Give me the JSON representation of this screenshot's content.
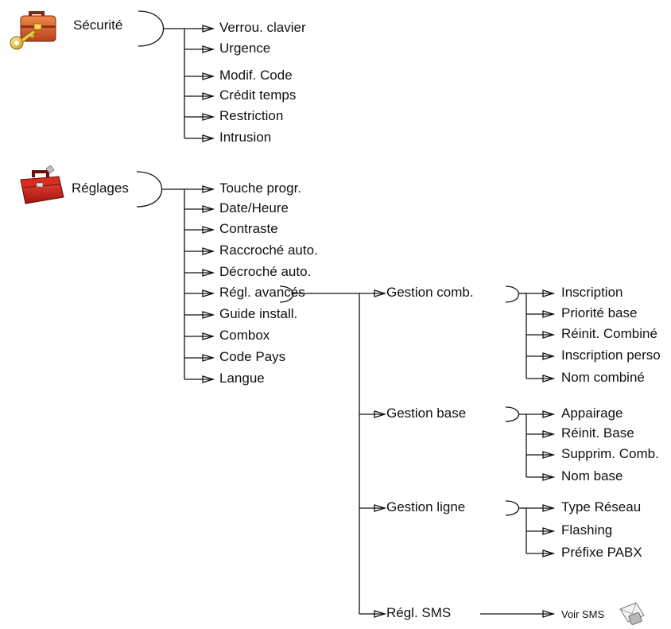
{
  "securite": {
    "title": "Sécurité",
    "items": [
      "Verrou. clavier",
      "Urgence",
      "Modif. Code",
      "Crédit temps",
      "Restriction",
      "Intrusion"
    ]
  },
  "reglages": {
    "title": "Réglages",
    "items": [
      "Touche progr.",
      "Date/Heure",
      "Contraste",
      "Raccroché auto.",
      "Décroché auto.",
      "Régl. avancés",
      "Guide install.",
      "Combox",
      "Code Pays",
      "Langue"
    ]
  },
  "avances": {
    "items": [
      "Gestion comb.",
      "Gestion base",
      "Gestion ligne",
      "Régl. SMS"
    ]
  },
  "gestion_comb": {
    "items": [
      "Inscription",
      "Priorité base",
      "Réinit. Combiné",
      "Inscription perso",
      "Nom combiné"
    ]
  },
  "gestion_base": {
    "items": [
      "Appairage",
      "Réinit. Base",
      "Supprim. Comb.",
      "Nom base"
    ]
  },
  "gestion_ligne": {
    "items": [
      "Type Réseau",
      "Flashing",
      "Préfixe PABX"
    ]
  },
  "sms": {
    "voir_sms": "Voir SMS"
  },
  "icons": {
    "securite": "briefcase-key-icon",
    "reglages": "toolbox-icon",
    "sms": "envelope-phone-icon"
  }
}
